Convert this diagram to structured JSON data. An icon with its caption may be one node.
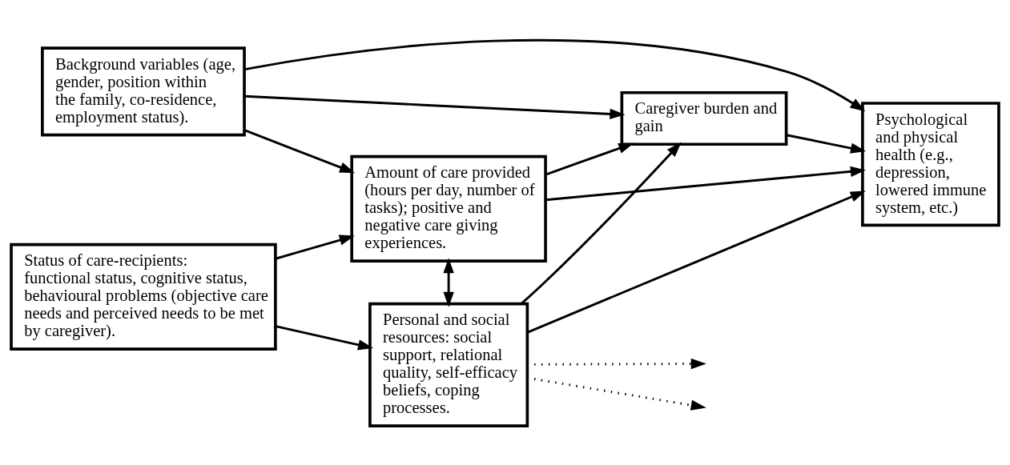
{
  "diagram": {
    "nodes": [
      {
        "text": [
          "Background variables (age, gender, position within the family, co-residence, employment status)."
        ]
      },
      {
        "text": [
          "Caregiver burden and gain"
        ]
      },
      {
        "text": [
          "Psychological and physical health (e.g., depression, lowered immune system, etc.)"
        ]
      },
      {
        "text": [
          "Amount of care provided (hours per day, number of tasks); positive and negative care giving experiences."
        ]
      },
      {
        "text": [
          "Personal and social resources: social support, relational quality, self-efficacy beliefs, coping processes."
        ]
      },
      {
        "text": [
          "Status of care-recipients: functional status, cognitive status, behavioural problems (objective care needs and perceived needs to be met by caregiver)."
        ]
      }
    ],
    "edges": [
      {
        "from": 0,
        "to": 2,
        "arrow": "to"
      },
      {
        "from": 0,
        "to": 1,
        "arrow": "to"
      },
      {
        "from": 0,
        "to": 3,
        "arrow": "to"
      },
      {
        "from": 3,
        "to": 1,
        "arrow": "to"
      },
      {
        "from": 3,
        "to": 2,
        "arrow": "to"
      },
      {
        "from": 1,
        "to": 2,
        "arrow": "to"
      },
      {
        "from": 4,
        "to": 1,
        "arrow": "to"
      },
      {
        "from": 4,
        "to": null,
        "arrow": "to",
        "style": "dashed"
      },
      {
        "from": 4,
        "to": null,
        "arrow": "to",
        "style": "dashed"
      },
      {
        "from": 5,
        "to": 3,
        "arrow": "to"
      },
      {
        "from": 3,
        "to": 4,
        "arrow": "both"
      },
      {
        "from": 5,
        "to": 4,
        "arrow": "to"
      },
      {
        "from": 4,
        "to": 2,
        "arrow": "to"
      }
    ]
  }
}
